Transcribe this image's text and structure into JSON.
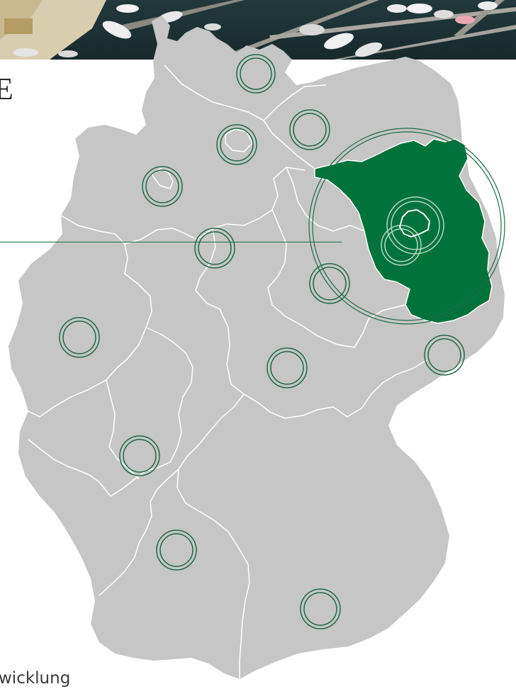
{
  "header": {
    "title_fragment": "E"
  },
  "footer": {
    "text_fragment": "wicklung"
  },
  "colors": {
    "land": "#c6c6c6",
    "border": "#ffffff",
    "highlight": "#00733a",
    "ring": "#1f6b45",
    "water": "#1e3a3e"
  },
  "highlighted_state": "brandenburg",
  "icons": [
    "state-marker-ring-icon",
    "highlight-ring-icon"
  ]
}
